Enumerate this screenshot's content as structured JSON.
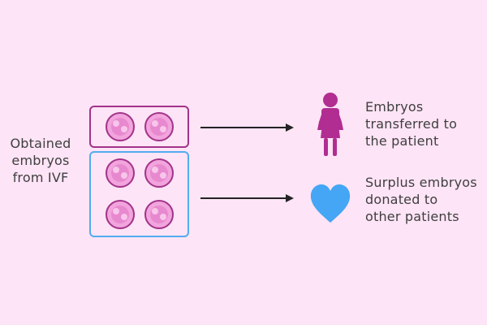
{
  "left_label": {
    "lines": [
      "Obtained",
      "embryos",
      "from IVF"
    ]
  },
  "top_outcome": {
    "lines": [
      "Embryos",
      "transferred to",
      "the patient"
    ],
    "icon": "woman-icon",
    "color": "#b12d92"
  },
  "bottom_outcome": {
    "lines": [
      "Surplus embryos",
      "donated to",
      "other patients"
    ],
    "icon": "heart-icon",
    "color": "#44a6f4"
  },
  "groups": {
    "transferred_count": 2,
    "donated_count": 4,
    "transferred_color": "#a2338a",
    "donated_color": "#52acee",
    "embryo_fill": "#f2a4dd",
    "embryo_stroke": "#a2338a"
  },
  "colors": {
    "background": "#fde4f6",
    "text": "#3f3f3f",
    "arrow": "#232323"
  }
}
